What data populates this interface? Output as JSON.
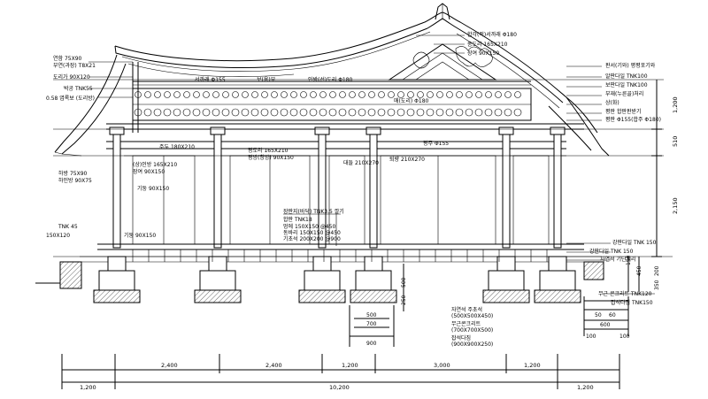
{
  "annotations": {
    "ridge_top": "합각(적)서까래 Φ180",
    "ridge_mid1": "종도리 165X210",
    "ridge_mid2": "장여 90X150",
    "left_1": "연함 75X90",
    "left_2": "부연(과장) T8X21",
    "left_3": "도리가 90X120",
    "left_4": "박공 TNK55",
    "left_5": "0.58 엽록보 (도리방)",
    "upper_1": "서까래 Φ155",
    "upper_2": "보(용)부",
    "upper_3": "인방(선)도리 Φ180",
    "upper_4": "매(도리) Φ180",
    "right_1": "판서(기와) 평평포기와",
    "right_2": "알판다일 TNK100",
    "right_3": "보판다일 TNK100",
    "right_4": "부재(누른골)처리",
    "right_5": "상(화)",
    "right_6": "평판 합판판받기",
    "right_7": "평판 Φ155(합주 Φ180)",
    "mid_1": "주두 180X210",
    "mid_2": "평도리 165X210",
    "mid_3": "평방(창방) 90X150",
    "mid_4": "평주 Φ155",
    "mid_5": "대들 210X270",
    "mid_6": "퇴량 210X270",
    "left_mid1": "(상)인방 165X210",
    "left_mid2": "장여 90X150",
    "left_mid3": "기둥 90X150",
    "left_low1": "하방 75X90",
    "left_low2": "하인방 90X75",
    "left_low3": "TNK 45",
    "left_low4": "150X120",
    "left_low5": "기둥 90X150",
    "floor_1": "장판지(바닥) TNK3.5 깔기",
    "floor_2": "합판 TNK18",
    "floor_3": "멍에 150X150 @450",
    "floor_4": "동바리 150X150 @450",
    "floor_5": "기초석 200X200 @900",
    "right_low1": "강판다일 TNK 150",
    "right_low2": "강판다일 TNK 150",
    "right_low3": "자연석 기단처리",
    "right_low4": "무근 콘크리트 TNK120",
    "right_low5": "잡석다짐 TNK150",
    "found_1": "자연석 주초석",
    "found_2": "(500X500X450)",
    "found_3": "무근콘크리트",
    "found_4": "(700X700X500)",
    "found_5": "잡석다짐",
    "found_6": "(900X900X250)",
    "dim_small_1": "500",
    "dim_small_2": "700",
    "dim_small_3": "900",
    "dim_v1": "500",
    "dim_v2": "250",
    "dim_r1": "150",
    "dim_r2": "450",
    "dim_r3": "200",
    "dim_r4": "350",
    "dim_rr1": "50",
    "dim_rr2": "60",
    "dim_rr3": "600",
    "dim_rr4": "100",
    "dim_rr5": "100",
    "vert_1": "1,200",
    "vert_2": "510",
    "vert_3": "2,150"
  },
  "dimensions": {
    "top": [
      "2,400",
      "2,400",
      "1,200",
      "3,000",
      "1,200"
    ],
    "bottom": [
      "1,200",
      "10,200",
      "1,200"
    ]
  }
}
